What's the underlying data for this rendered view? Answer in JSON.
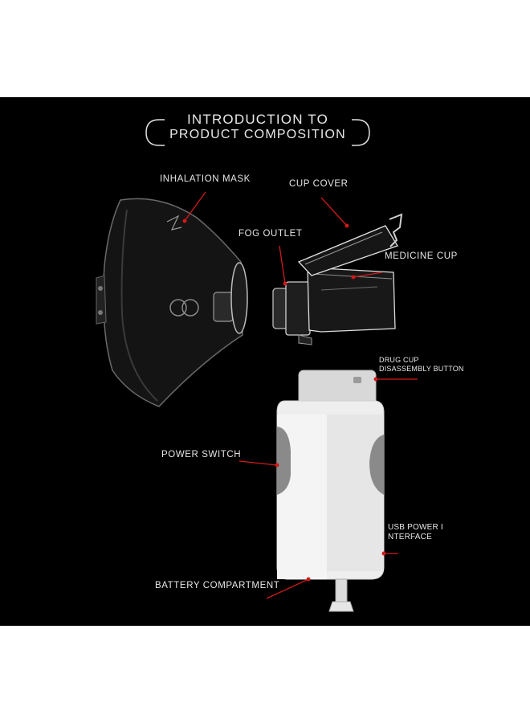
{
  "title": {
    "line1": "INTRODUCTION TO",
    "line2": "PRODUCT COMPOSITION"
  },
  "labels": {
    "inhalation_mask": "INHALATION MASK",
    "cup_cover": "CUP COVER",
    "fog_outlet": "FOG OUTLET",
    "medicine_cup": "MEDICINE CUP",
    "drug_cup_line1": "DRUG CUP",
    "drug_cup_line2": "DISASSEMBLY BUTTON",
    "power_switch": "POWER SWITCH",
    "usb_line1": "USB POWER I",
    "usb_line2": "NTERFACE",
    "battery_compartment": "BATTERY COMPARTMENT"
  },
  "colors": {
    "background": "#000000",
    "page": "#ffffff",
    "text": "#e6e6e6",
    "leader_line": "#d11a1a",
    "device_body": "#eeeeee",
    "device_grip": "#8a8a8a"
  }
}
